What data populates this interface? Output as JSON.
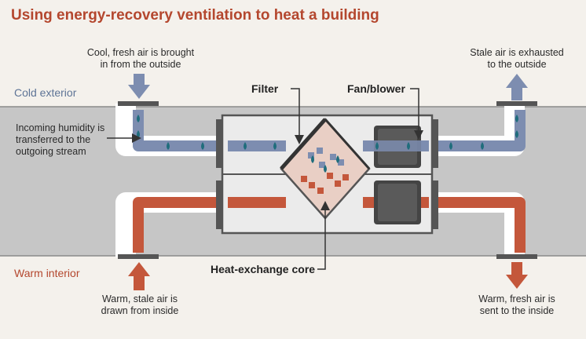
{
  "title": "Using energy-recovery ventilation to heat a building",
  "zones": {
    "cold": "Cold exterior",
    "warm": "Warm interior"
  },
  "labels": {
    "intake": [
      "Cool, fresh air is brought",
      "in from the outside"
    ],
    "exhaust": [
      "Stale air is exhausted",
      "to the outside"
    ],
    "humidity": [
      "Incoming humidity is",
      "transferred to the",
      "outgoing stream"
    ],
    "return": [
      "Warm, stale air is",
      "drawn from inside"
    ],
    "supply": [
      "Warm, fresh air is",
      "sent to the inside"
    ],
    "filter": "Filter",
    "fan": "Fan/blower",
    "core": "Heat-exchange core"
  },
  "colors": {
    "title": "#b4472e",
    "cold_air": "#7d8db0",
    "warm_air": "#c4573b",
    "droplet": "#1f6d7c",
    "wall": "#c6c6c6"
  }
}
